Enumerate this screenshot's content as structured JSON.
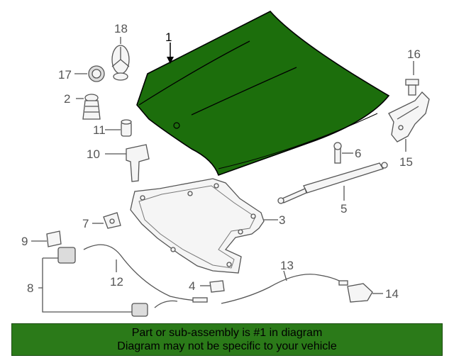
{
  "colors": {
    "highlight": "#1c6e0c",
    "highlight_outline": "#000000",
    "banner_bg": "#2b7a19",
    "banner_text": "#000000"
  },
  "callouts": {
    "c1": "1",
    "c2": "2",
    "c3": "3",
    "c4": "4",
    "c5": "5",
    "c6": "6",
    "c7": "7",
    "c8": "8",
    "c9": "9",
    "c10": "10",
    "c11": "11",
    "c12": "12",
    "c13": "13",
    "c14": "14",
    "c15": "15",
    "c16": "16",
    "c17": "17",
    "c18": "18"
  },
  "highlighted_part": "hood-panel",
  "banner": {
    "line1": "Part or sub-assembly is #1 in diagram",
    "line2": "Diagram may not be specific to your vehicle"
  }
}
